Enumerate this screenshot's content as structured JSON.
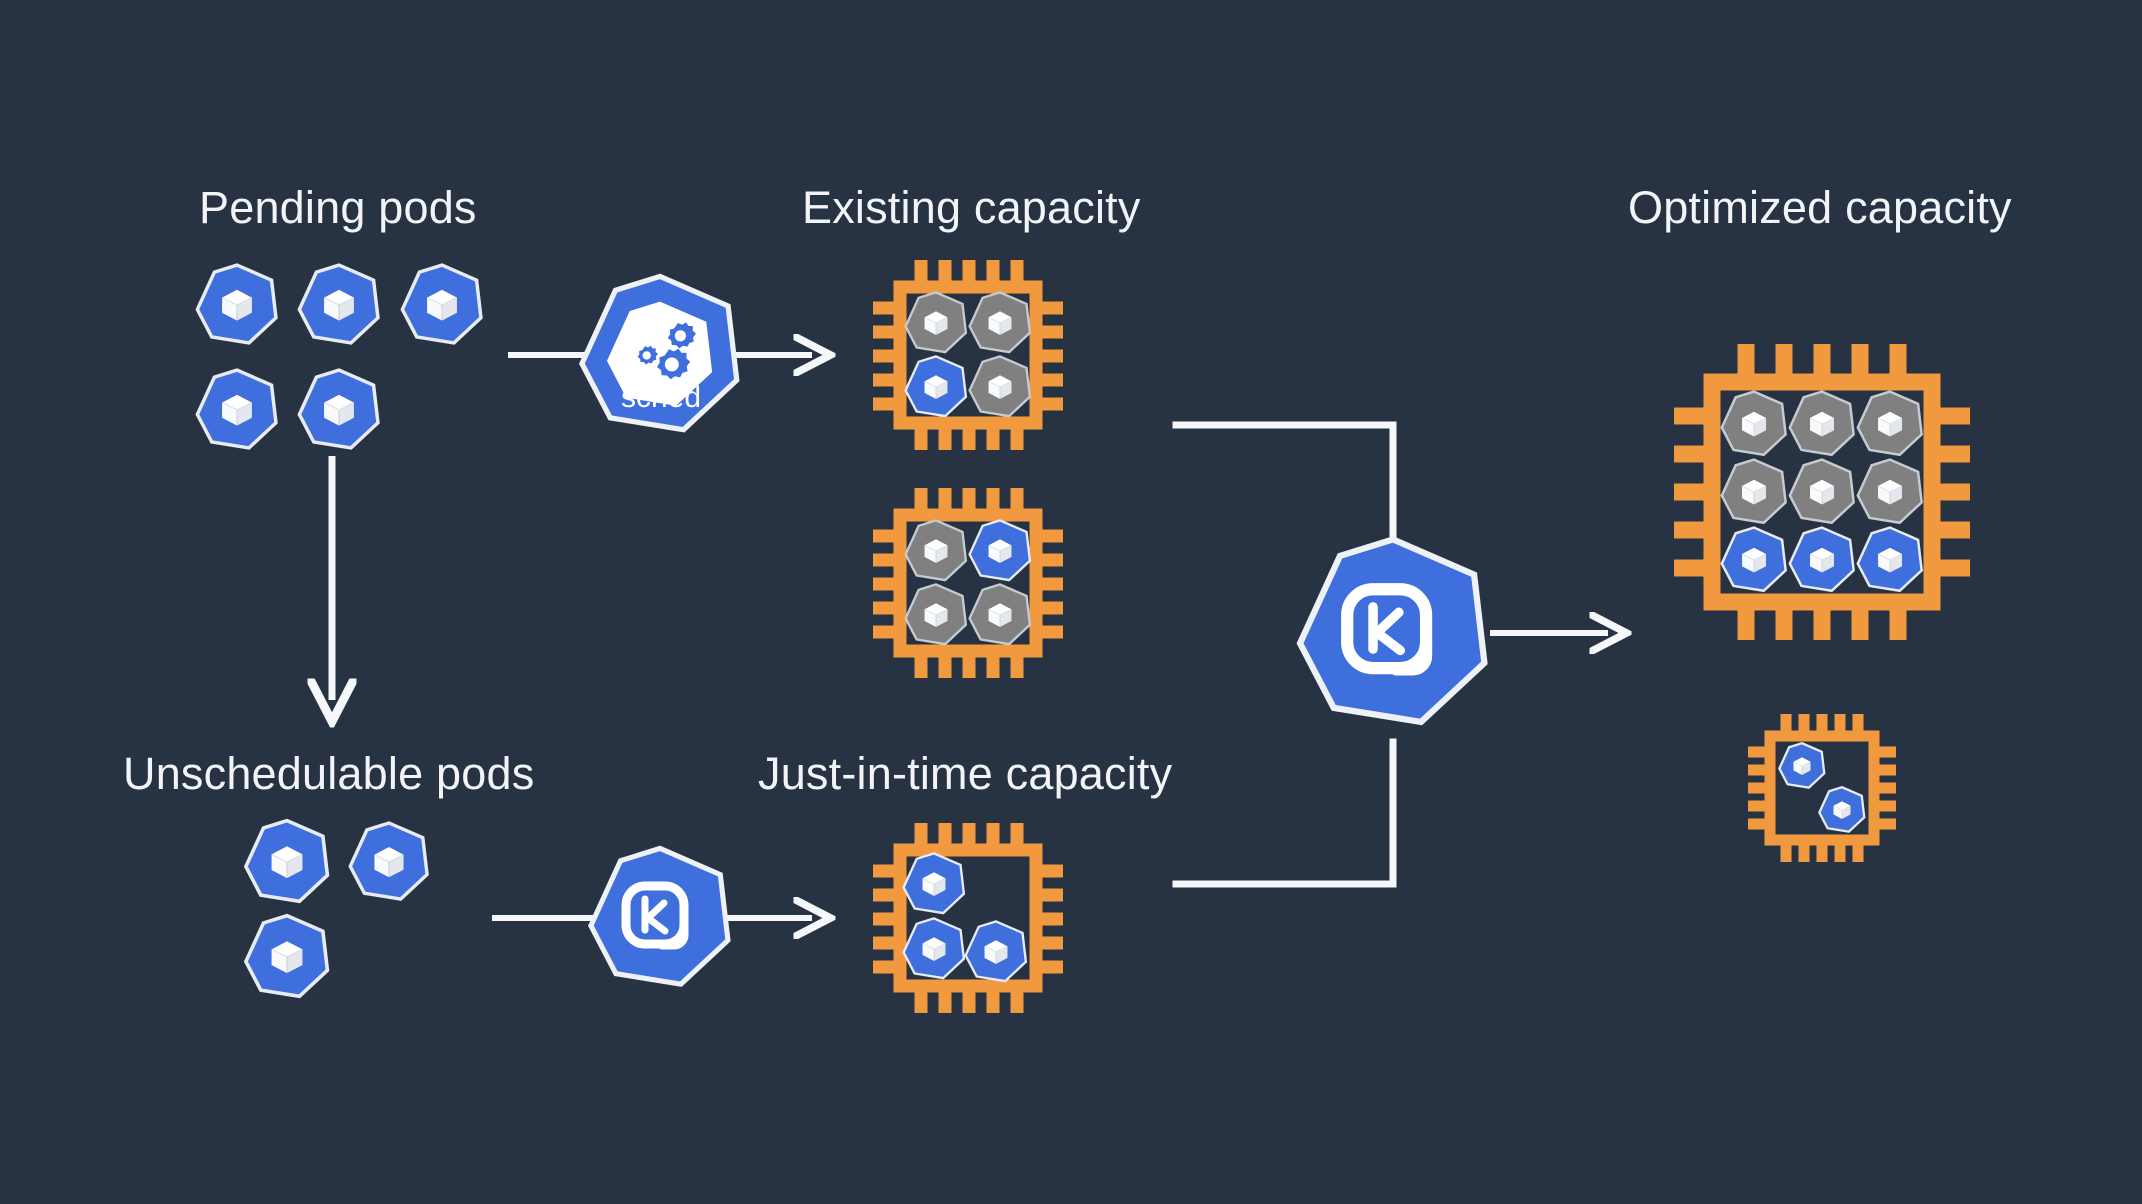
{
  "diagram": {
    "title_hidden": "",
    "background_color": "#273242",
    "colors": {
      "background": "#273242",
      "pod_blue": "#3E6FDC",
      "pod_gray": "#808080",
      "chip_orange": "#F0993E",
      "line_white": "#F5F7FA",
      "text_white": "#F2F4F7"
    }
  },
  "labels": {
    "pending_pods": "Pending pods",
    "existing_capacity": "Existing capacity",
    "optimized_capacity": "Optimized capacity",
    "unschedulable_pods": "Unschedulable pods",
    "just_in_time_capacity": "Just-in-time capacity"
  },
  "nodes": {
    "scheduler": {
      "name": "scheduler-node",
      "caption": "sched",
      "icon": "gears-icon"
    },
    "karpenter_bottom": {
      "name": "karpenter-node",
      "caption": "",
      "icon": "karpenter-k-icon"
    },
    "karpenter_center": {
      "name": "karpenter-node",
      "caption": "",
      "icon": "karpenter-k-icon"
    }
  },
  "groups": {
    "pending_pods": {
      "count": 5,
      "pods": [
        {
          "state": "pending",
          "color": "#3E6FDC"
        },
        {
          "state": "pending",
          "color": "#3E6FDC"
        },
        {
          "state": "pending",
          "color": "#3E6FDC"
        },
        {
          "state": "pending",
          "color": "#3E6FDC"
        },
        {
          "state": "pending",
          "color": "#3E6FDC"
        }
      ]
    },
    "unschedulable_pods": {
      "count": 3,
      "pods": [
        {
          "state": "unschedulable",
          "color": "#3E6FDC"
        },
        {
          "state": "unschedulable",
          "color": "#3E6FDC"
        },
        {
          "state": "unschedulable",
          "color": "#3E6FDC"
        }
      ]
    }
  },
  "chips": {
    "existing_top": {
      "name": "existing-capacity-chip-1",
      "grid": "2x2",
      "pods": [
        {
          "slot": "top-left",
          "color": "#808080",
          "state": "existing"
        },
        {
          "slot": "top-right",
          "color": "#808080",
          "state": "existing"
        },
        {
          "slot": "bottom-left",
          "color": "#3E6FDC",
          "state": "scheduled"
        },
        {
          "slot": "bottom-right",
          "color": "#808080",
          "state": "existing"
        }
      ]
    },
    "existing_bottom": {
      "name": "existing-capacity-chip-2",
      "grid": "2x2",
      "pods": [
        {
          "slot": "top-left",
          "color": "#808080",
          "state": "existing"
        },
        {
          "slot": "top-right",
          "color": "#3E6FDC",
          "state": "scheduled"
        },
        {
          "slot": "bottom-left",
          "color": "#808080",
          "state": "existing"
        },
        {
          "slot": "bottom-right",
          "color": "#808080",
          "state": "existing"
        }
      ]
    },
    "just_in_time": {
      "name": "just-in-time-capacity-chip",
      "grid": "scatter",
      "pods": [
        {
          "slot": "top-left",
          "color": "#3E6FDC",
          "state": "new"
        },
        {
          "slot": "bottom-left",
          "color": "#3E6FDC",
          "state": "new"
        },
        {
          "slot": "bottom-center",
          "color": "#3E6FDC",
          "state": "new"
        }
      ]
    },
    "optimized_large": {
      "name": "optimized-capacity-chip-large",
      "grid": "3x3",
      "pods": [
        {
          "slot": "r1c1",
          "color": "#808080",
          "state": "existing"
        },
        {
          "slot": "r1c2",
          "color": "#808080",
          "state": "existing"
        },
        {
          "slot": "r1c3",
          "color": "#808080",
          "state": "existing"
        },
        {
          "slot": "r2c1",
          "color": "#808080",
          "state": "existing"
        },
        {
          "slot": "r2c2",
          "color": "#808080",
          "state": "existing"
        },
        {
          "slot": "r2c3",
          "color": "#808080",
          "state": "existing"
        },
        {
          "slot": "r3c1",
          "color": "#3E6FDC",
          "state": "consolidated"
        },
        {
          "slot": "r3c2",
          "color": "#3E6FDC",
          "state": "consolidated"
        },
        {
          "slot": "r3c3",
          "color": "#3E6FDC",
          "state": "consolidated"
        }
      ]
    },
    "optimized_small": {
      "name": "optimized-capacity-chip-small",
      "grid": "scatter",
      "pods": [
        {
          "slot": "upper-left",
          "color": "#3E6FDC",
          "state": "consolidated"
        },
        {
          "slot": "lower-right",
          "color": "#3E6FDC",
          "state": "consolidated"
        }
      ]
    }
  },
  "connectors": [
    {
      "name": "pending-to-scheduler-arrow",
      "from": "pending_pods",
      "to": "existing_capacity",
      "style": "arrow-right"
    },
    {
      "name": "pending-to-unschedulable-arrow",
      "from": "pending_pods",
      "to": "unschedulable_pods",
      "style": "arrow-down"
    },
    {
      "name": "unschedulable-to-karpenter-arrow",
      "from": "unschedulable_pods",
      "to": "just_in_time_capacity",
      "style": "arrow-right"
    },
    {
      "name": "existing-to-karpenter-line",
      "from": "existing_capacity",
      "to": "karpenter_center",
      "style": "elbow"
    },
    {
      "name": "jit-to-karpenter-line",
      "from": "just_in_time_capacity",
      "to": "karpenter_center",
      "style": "elbow"
    },
    {
      "name": "karpenter-to-optimized-arrow",
      "from": "karpenter_center",
      "to": "optimized_capacity",
      "style": "arrow-right"
    }
  ]
}
